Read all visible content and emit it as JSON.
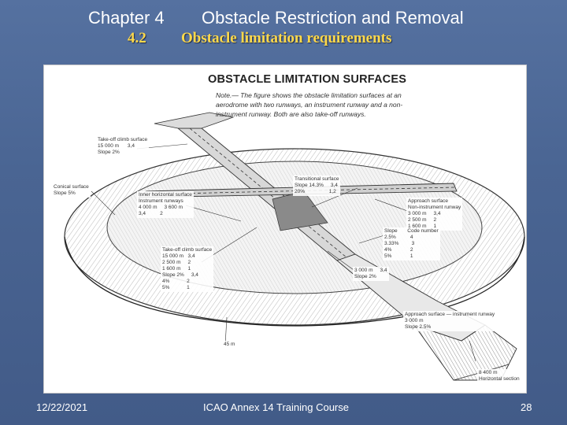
{
  "slide": {
    "chapter_label": "Chapter 4",
    "chapter_title": "Obstacle Restriction and Removal",
    "section_number": "4.2",
    "section_title": "Obstacle limitation requirements"
  },
  "figure": {
    "heading": "OBSTACLE LIMITATION SURFACES",
    "note": "Note.— The figure shows the obstacle limitation surfaces at an aerodrome with two runways, an instrument runway and a non-instrument runway. Both are also take-off runways.",
    "labels": {
      "takeoff_climb_top": "Take-off climb surface\n15 000 m      3,4\nSlope 2%",
      "conical": "Conical surface\nSlope 5%",
      "inner_horizontal": "Inner horizontal surface\nInstrument runways\n4 000 m     3 600 m\n3,4          2",
      "transitional": "Transitional surface\nSlope 14.3%     3,4\n20%                 1,2",
      "approach_noninstr": "Approach surface\nNon-instrument runway\n3 000 m     3,4\n2 500 m     2\n1 600 m     1",
      "slope_code": "Slope       Code number\n2.5%          4\n3.33%         3\n4%             2\n5%             1",
      "takeoff_climb_mid": "Take-off climb surface\n15 000 m   3,4\n2 500 m     2\n1 600 m     1\nSlope 2%     3,4\n4%            2\n5%            1",
      "outer_section": "3 000 m     3,4\nSlope 2%",
      "approach_instr": "Approach surface — instrument runway\n3 000 m\nSlope 2.5%",
      "height_45": "45 m",
      "horizontal_section": "8 400 m\nHorizontal section"
    }
  },
  "footer": {
    "date": "12/22/2021",
    "course": "ICAO Annex 14 Training Course",
    "page": "28"
  },
  "colors": {
    "background": "#4a6593",
    "title_text": "#ffffff",
    "section_text": "#ffd94a"
  }
}
